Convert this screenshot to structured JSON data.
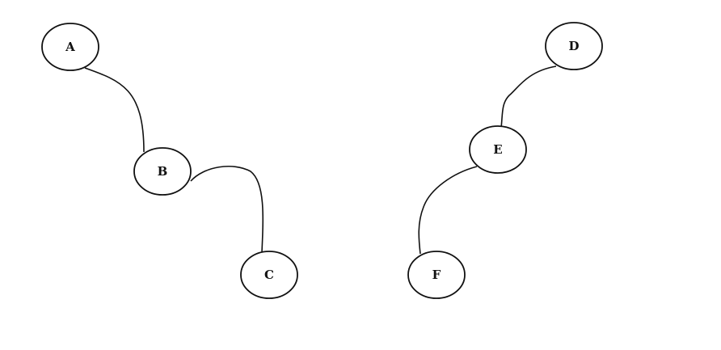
{
  "diagram": {
    "nodes": [
      {
        "id": "A",
        "label": "A"
      },
      {
        "id": "B",
        "label": "B"
      },
      {
        "id": "C",
        "label": "C"
      },
      {
        "id": "D",
        "label": "D"
      },
      {
        "id": "E",
        "label": "E"
      },
      {
        "id": "F",
        "label": "F"
      }
    ],
    "edges": [
      {
        "from": "A",
        "to": "B"
      },
      {
        "from": "B",
        "to": "C"
      },
      {
        "from": "D",
        "to": "E"
      },
      {
        "from": "E",
        "to": "F"
      }
    ]
  }
}
